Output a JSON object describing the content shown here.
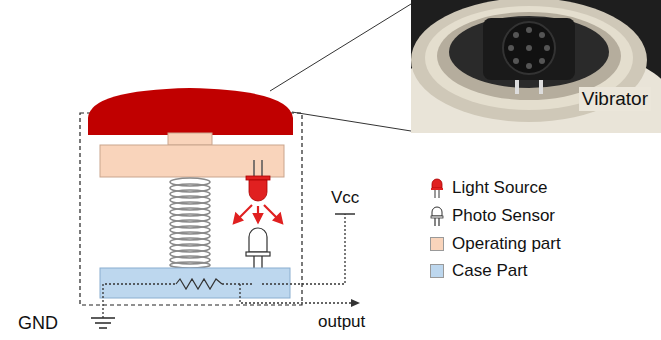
{
  "diagram": {
    "nodes": [
      {
        "text": [
          "Vibrator"
        ]
      }
    ],
    "labels": [
      "Vcc",
      "GND",
      "output"
    ],
    "legend": [
      {
        "text": "Light Source"
      },
      {
        "text": "Photo Sensor"
      },
      {
        "text": "Operating part",
        "color": "#f9d4bb"
      },
      {
        "text": "Case Part",
        "color": "#bdd7ee"
      }
    ]
  }
}
